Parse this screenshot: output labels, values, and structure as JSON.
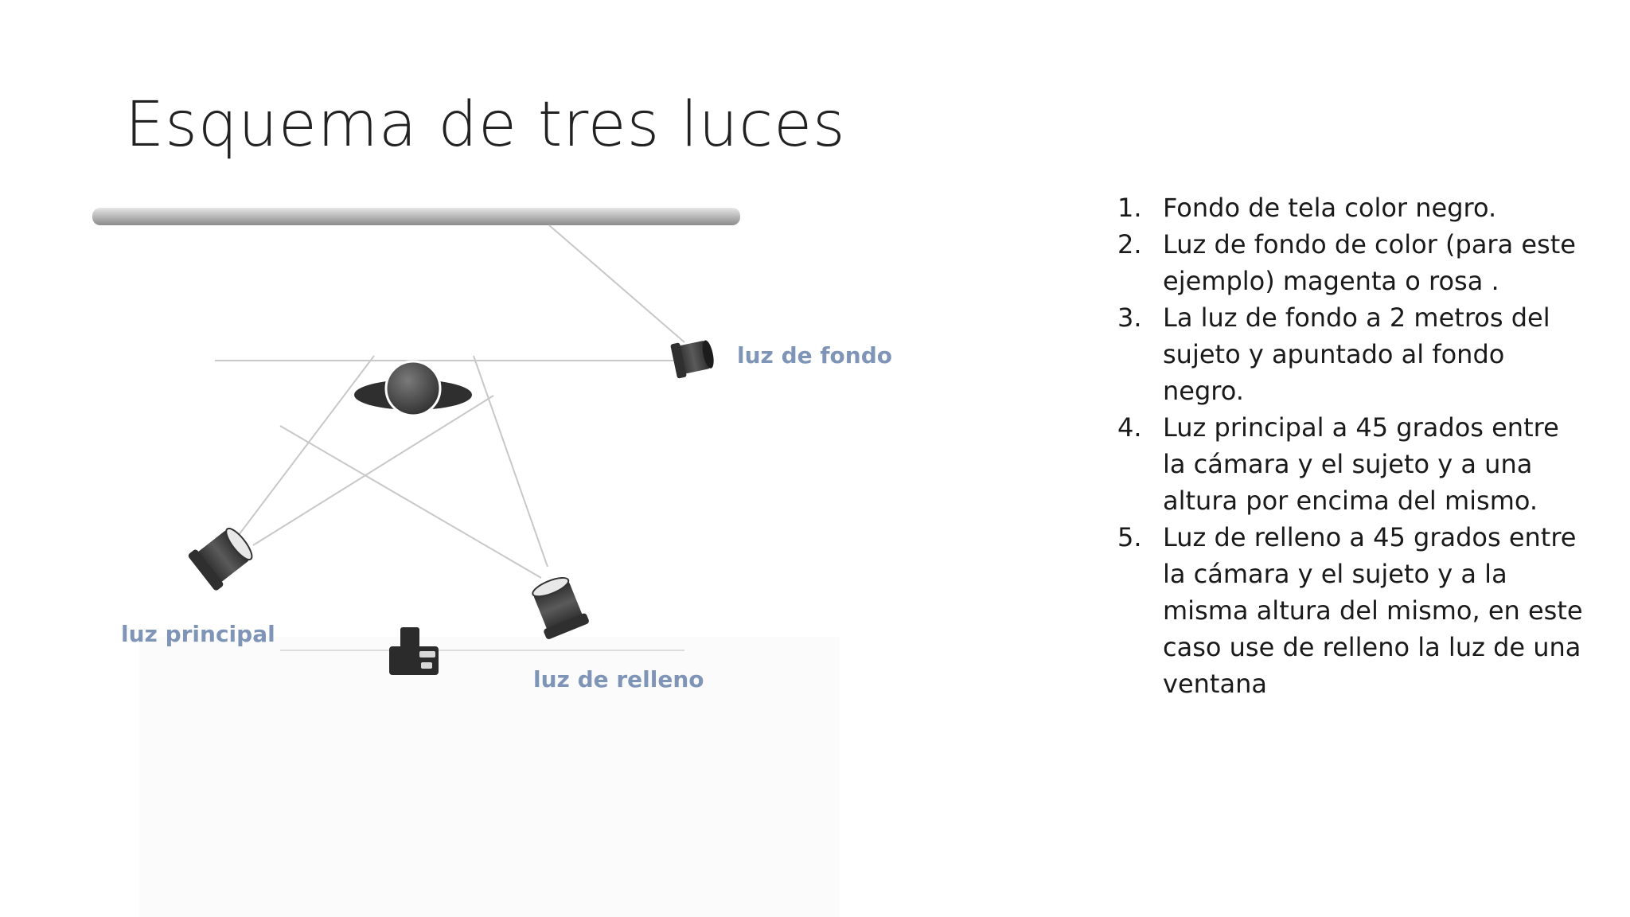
{
  "slide": {
    "title": "Esquema de tres luces"
  },
  "diagram": {
    "labels": {
      "background_light": "luz de fondo",
      "key_light": "luz principal",
      "fill_light": "luz de relleno"
    },
    "colors": {
      "label": "#7f95b8",
      "beam": "#c8c8c8",
      "equipment": "#3a3a3a"
    },
    "icons": [
      "backdrop-bar",
      "subject-head-icon",
      "spotlight-icon",
      "camera-icon"
    ]
  },
  "notes": [
    {
      "num": "1.",
      "text": "Fondo de tela color negro."
    },
    {
      "num": "2.",
      "text": "Luz de fondo de color (para este ejemplo) magenta o rosa ."
    },
    {
      "num": "3.",
      "text": "La luz de fondo a  2 metros del sujeto y apuntado al fondo negro."
    },
    {
      "num": "4.",
      "text": "Luz principal a 45 grados entre la cámara y el sujeto y a una altura por encima del mismo."
    },
    {
      "num": "5.",
      "text": "Luz de relleno a 45 grados entre la cámara y el sujeto y a la misma altura del mismo, en este caso use de relleno la luz  de una ventana"
    }
  ]
}
